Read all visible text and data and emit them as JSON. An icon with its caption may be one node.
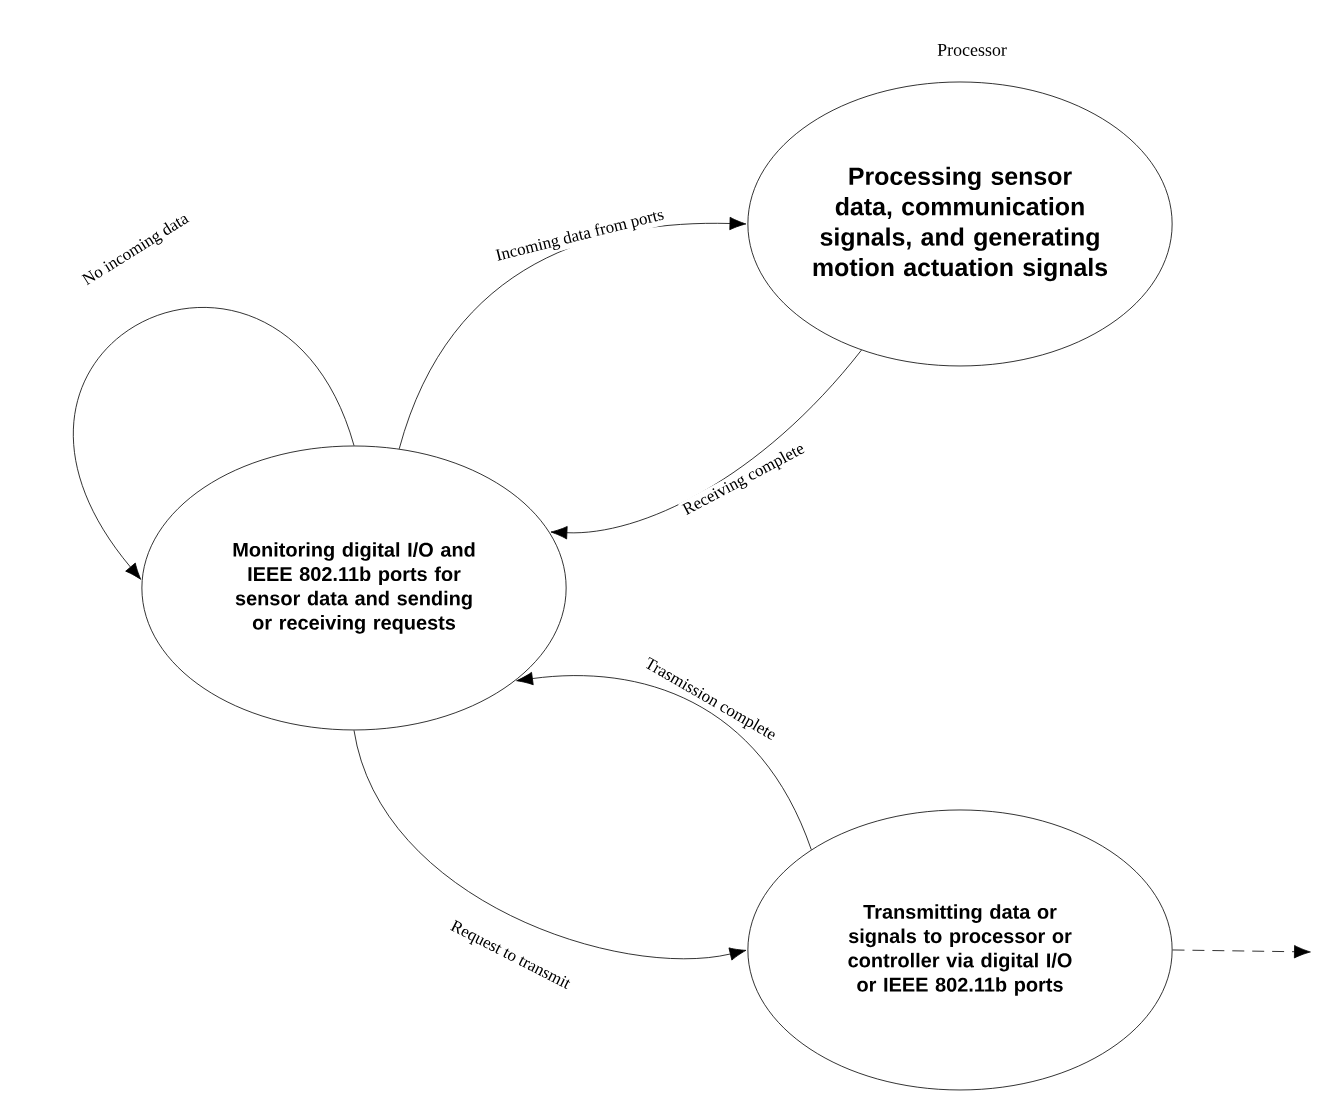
{
  "diagram": {
    "nodes": [
      {
        "text": [
          "Monitoring digital I/O and IEEE 802.11b ports for sensor data and sending or receiving requests"
        ]
      },
      {
        "text": [
          "Processing sensor data, communication signals, and generating motion actuation signals"
        ],
        "beside": [
          "Processor"
        ]
      },
      {
        "text": [
          "Transmitting data or signals to processor or controller via digital I/O or IEEE 802.11b ports"
        ]
      }
    ],
    "edges": [
      {
        "from": 0,
        "to": 0,
        "arrow": "to",
        "label": "No incoming data"
      },
      {
        "from": 0,
        "to": 1,
        "arrow": "to",
        "label": "Incoming data from ports"
      },
      {
        "from": 1,
        "to": 0,
        "arrow": "to",
        "label": "Receiving complete"
      },
      {
        "from": 0,
        "to": 2,
        "arrow": "to",
        "label": "Request to transmit"
      },
      {
        "from": 2,
        "to": 0,
        "arrow": "to",
        "label": "Trasmission complete"
      },
      {
        "from": 2,
        "to": null,
        "arrow": "to",
        "style": "dashed"
      }
    ]
  }
}
